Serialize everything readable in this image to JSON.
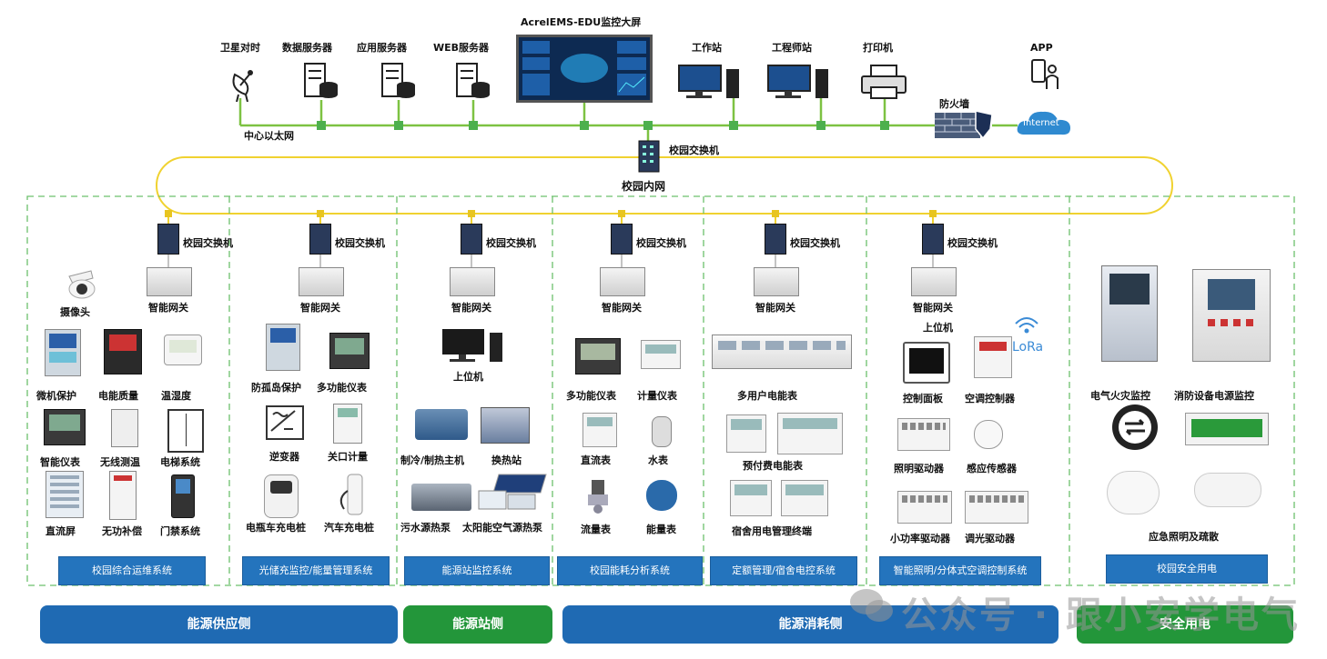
{
  "top": {
    "screen_title": "AcrelEMS-EDU监控大屏",
    "satellite": "卫星对时",
    "data_server": "数据服务器",
    "app_server": "应用服务器",
    "web_server": "WEB服务器",
    "workstation": "工作站",
    "engineer_station": "工程师站",
    "printer": "打印机",
    "app": "APP",
    "firewall": "防火墙",
    "internet": "Internet",
    "ethernet": "中心以太网",
    "core_switch": "校园交换机",
    "campus_net": "校园内网"
  },
  "common": {
    "switch": "校园交换机",
    "gateway": "智能网关"
  },
  "col1": {
    "camera": "摄像头",
    "items": [
      "微机保护",
      "电能质量",
      "温湿度",
      "智能仪表",
      "无线测温",
      "电梯系统",
      "直流屏",
      "无功补偿",
      "门禁系统"
    ],
    "system": "校园综合运维系统"
  },
  "col2": {
    "items": [
      "防孤岛保护",
      "多功能仪表",
      "逆变器",
      "关口计量",
      "电瓶车充电桩",
      "汽车充电桩"
    ],
    "system": "光储充监控/能量管理系统"
  },
  "col3": {
    "items": [
      "上位机",
      "制冷/制热主机",
      "换热站",
      "污水源热泵",
      "太阳能空气源热泵"
    ],
    "system": "能源站监控系统"
  },
  "col4": {
    "items": [
      "多功能仪表",
      "计量仪表",
      "直流表",
      "水表",
      "流量表",
      "能量表"
    ],
    "system": "校园能耗分析系统"
  },
  "col5": {
    "items": [
      "多用户电能表",
      "预付费电能表",
      "宿舍用电管理终端"
    ],
    "system": "定额管理/宿舍电控系统"
  },
  "col6": {
    "items": [
      "上位机",
      "控制面板",
      "空调控制器",
      "照明驱动器",
      "感应传感器",
      "小功率驱动器",
      "调光驱动器"
    ],
    "lora": "LoRa",
    "system": "智能照明/分体式空调控制系统"
  },
  "col7": {
    "items": [
      "电气火灾监控",
      "消防设备电源监控",
      "应急照明及疏散"
    ],
    "system": "校园安全用电"
  },
  "footer": [
    "能源供应侧",
    "能源站侧",
    "能源消耗侧",
    "安全用电"
  ],
  "watermark": "公众号 · 跟小安学电气",
  "colors": {
    "ethernet": "#7dc242",
    "ring": "#f0d230",
    "dash": "#6cc06c",
    "system_bar": "#2474bd",
    "footer_blue": "#1f6ab3",
    "footer_green": "#23963a"
  }
}
